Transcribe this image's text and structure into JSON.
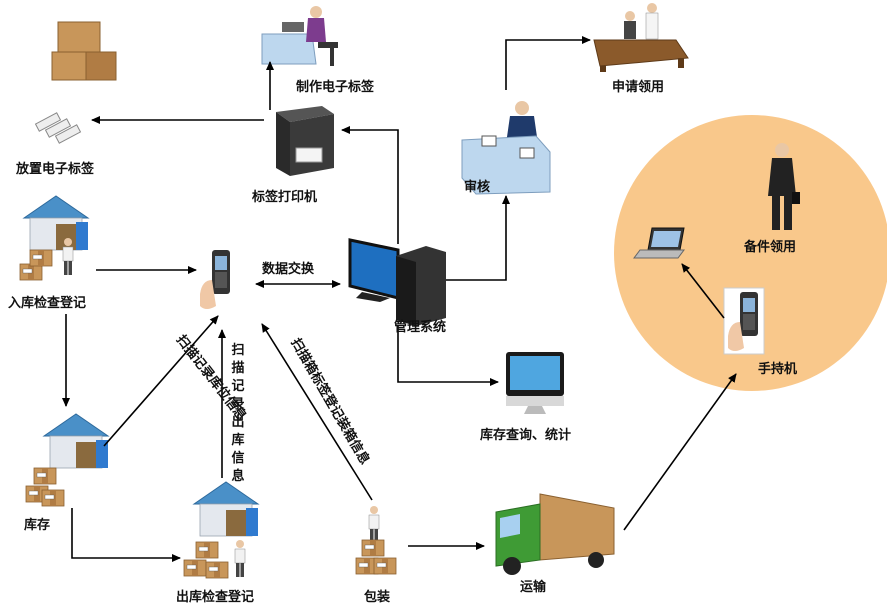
{
  "nodes": {
    "make_label": "制作电子标签",
    "apply": "申请领用",
    "place_label": "放置电子标签",
    "printer": "标签打印机",
    "audit": "审核",
    "inbound": "入库检查登记",
    "data_exchange": "数据交换",
    "mgmt": "管理系统",
    "spare": "备件领用",
    "handheld": "手持机",
    "query": "库存查询、统计",
    "stock": "库存",
    "outbound": "出库检查登记",
    "pack": "包装",
    "transport": "运输"
  },
  "edges": {
    "scan_stock": "扫描记录库位信息",
    "scan_out": "扫描记录出库信息",
    "scan_box": "扫描箱标签登记装箱信息"
  },
  "colors": {
    "circle": "#F9C88B",
    "arrow": "#000000",
    "roof": "#4A90C8",
    "box": "#C8965A",
    "monitor": "#1E6FC0"
  }
}
